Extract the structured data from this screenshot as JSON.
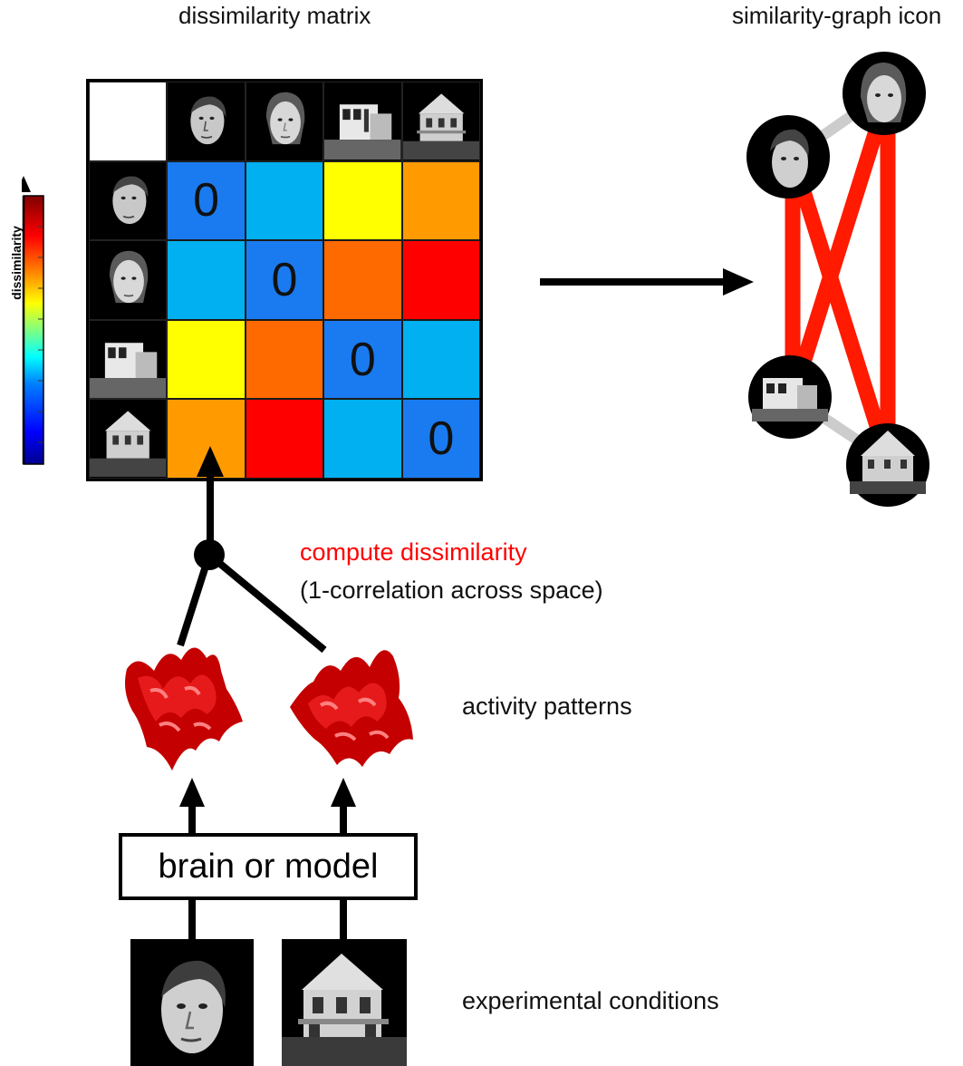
{
  "titles": {
    "matrix": "dissimilarity matrix",
    "graph": "similarity-graph icon"
  },
  "colorbar": {
    "label": "dissimilarity",
    "colors": [
      "#00008f",
      "#0000ff",
      "#0080ff",
      "#00ffff",
      "#80ff80",
      "#ffff00",
      "#ff8000",
      "#ff0000",
      "#800000"
    ]
  },
  "matrix": {
    "conditions": [
      "face-male",
      "face-female",
      "house-modern",
      "house-victorian"
    ],
    "cells": [
      [
        {
          "color": "#1a7bf0",
          "text": "0"
        },
        {
          "color": "#00b0f0",
          "text": ""
        },
        {
          "color": "#ffff00",
          "text": ""
        },
        {
          "color": "#ff9a00",
          "text": ""
        }
      ],
      [
        {
          "color": "#00b0f0",
          "text": ""
        },
        {
          "color": "#1a7bf0",
          "text": "0"
        },
        {
          "color": "#ff6a00",
          "text": ""
        },
        {
          "color": "#ff0000",
          "text": ""
        }
      ],
      [
        {
          "color": "#ffff00",
          "text": ""
        },
        {
          "color": "#ff6a00",
          "text": ""
        },
        {
          "color": "#1a7bf0",
          "text": "0"
        },
        {
          "color": "#00b0f0",
          "text": ""
        }
      ],
      [
        {
          "color": "#ff9a00",
          "text": ""
        },
        {
          "color": "#ff0000",
          "text": ""
        },
        {
          "color": "#00b0f0",
          "text": ""
        },
        {
          "color": "#1a7bf0",
          "text": "0"
        }
      ]
    ]
  },
  "labels": {
    "compute": "compute dissimilarity",
    "formula": "(1-correlation across space)",
    "activity": "activity patterns",
    "box": "brain or model",
    "conditions": "experimental conditions"
  },
  "colors": {
    "accent_red": "#ff0000",
    "graph_edge_red": "#ff1a00",
    "graph_edge_grey": "#cccccc",
    "surface_red": "#d00000"
  }
}
